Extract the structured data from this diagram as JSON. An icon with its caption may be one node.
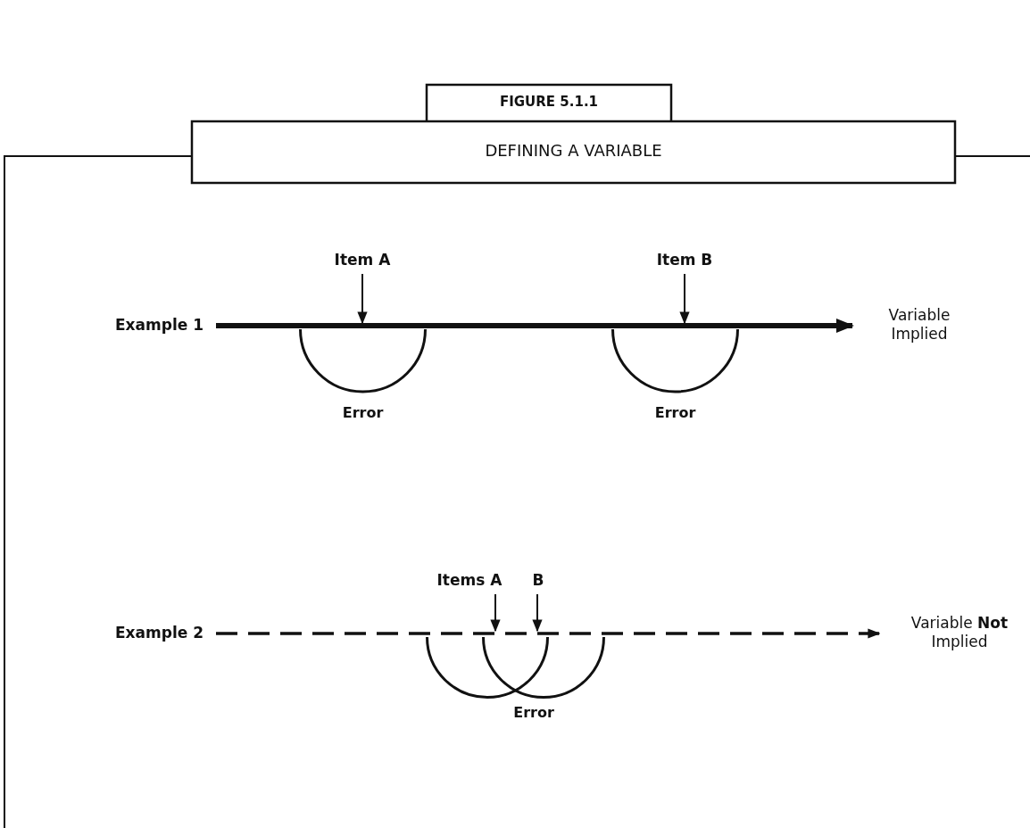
{
  "diagram": {
    "title": "DEFINING A VARIABLE",
    "nodes": [
      {
        "text": [
          "Item A"
        ]
      },
      {
        "text": [
          "Item B"
        ]
      },
      {
        "text": [
          "Example 1"
        ]
      },
      {
        "text": [],
        "shape": "semicircle",
        "beside": [
          "Error"
        ]
      },
      {
        "text": [],
        "shape": "semicircle",
        "beside": [
          "Error"
        ]
      },
      {
        "text": [
          "Variable Implied"
        ]
      },
      {
        "text": [
          "Items A"
        ]
      },
      {
        "text": [
          "B"
        ]
      },
      {
        "text": [
          "Example 2"
        ]
      },
      {
        "text": [],
        "shape": "semicircle"
      },
      {
        "text": [],
        "shape": "semicircle"
      },
      {
        "text": [
          "Variable **Not** Implied"
        ]
      }
    ],
    "edges": [
      {
        "from": 0,
        "to": 3,
        "arrow": "to"
      },
      {
        "from": 1,
        "to": 4,
        "arrow": "to"
      },
      {
        "from": 2,
        "to": 5,
        "arrow": "to",
        "style": "thick"
      },
      {
        "from": 6,
        "to": 9,
        "arrow": "to"
      },
      {
        "from": 7,
        "to": 10,
        "arrow": "to"
      },
      {
        "from": 8,
        "to": 11,
        "arrow": "to",
        "style": "dashed"
      }
    ],
    "labels": [
      "FIGURE 5.1.1",
      "Error"
    ]
  }
}
